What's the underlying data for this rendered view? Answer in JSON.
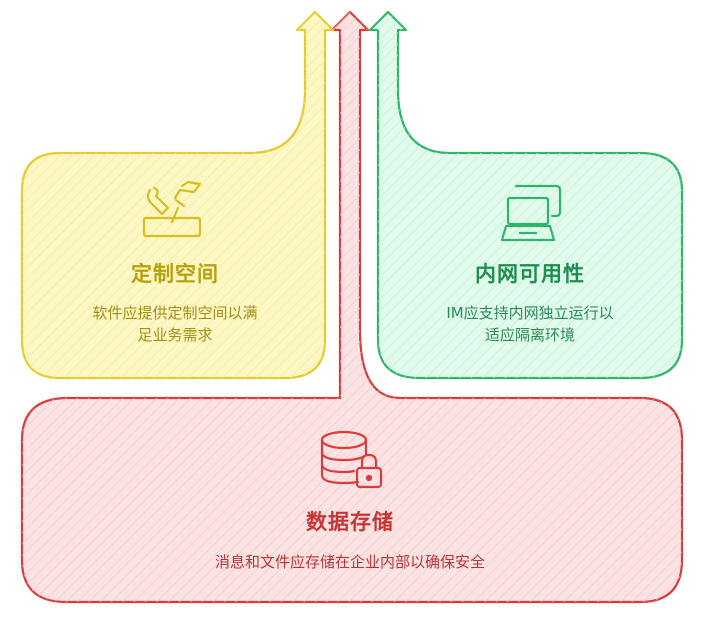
{
  "colors": {
    "yellow_fill": "#FCF7C3",
    "yellow_stroke": "#E4CC2E",
    "yellow_text": "#B8A10E",
    "yellow_desc_text": "#A48F17",
    "green_fill": "#E0FAEC",
    "green_stroke": "#2FB56A",
    "green_text": "#1E8F4F",
    "green_desc_text": "#2C8A55",
    "red_fill": "#FCE3E3",
    "red_stroke": "#D93C3C",
    "red_text": "#C93434",
    "red_desc_text": "#B83535"
  },
  "blocks": {
    "customization": {
      "title": "定制空间",
      "desc_line1": "软件应提供定制空间以满",
      "desc_line2": "足业务需求",
      "icon": "tools-icon"
    },
    "intranet": {
      "title": "内网可用性",
      "desc_line1": "IM应支持内网独立运行以",
      "desc_line2": "适应隔离环境",
      "icon": "laptop-icon"
    },
    "storage": {
      "title": "数据存储",
      "desc": "消息和文件应存储在企业内部以确保安全",
      "icon": "database-lock-icon"
    }
  }
}
